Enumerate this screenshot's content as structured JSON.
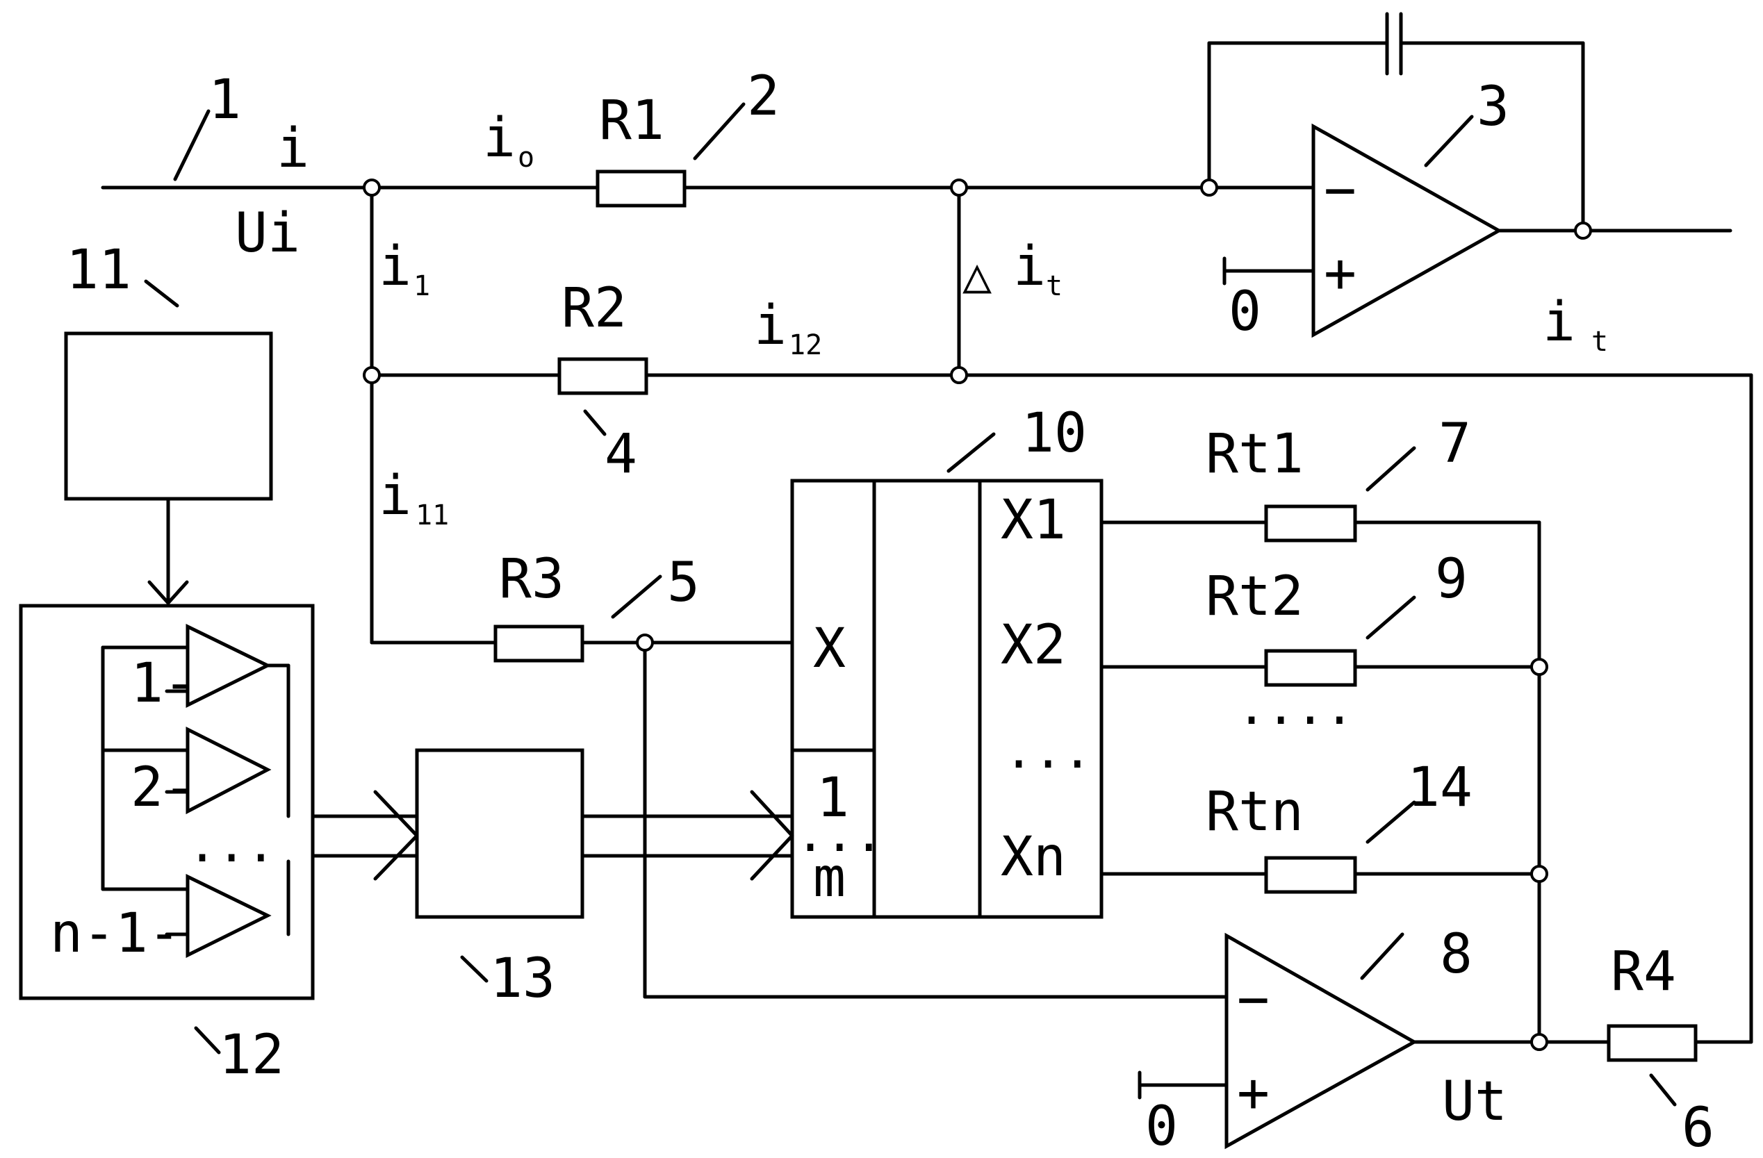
{
  "labels": {
    "n1": "1",
    "i": "i",
    "Ui": "Ui",
    "i0": "i",
    "i0_sub": "o",
    "R1": "R1",
    "n2": "2",
    "n3": "3",
    "i1": "i",
    "i1_sub": "1",
    "dit_tri": "△",
    "dit": "i",
    "dit_sub": "t",
    "zero_top": "0",
    "it": "i",
    "it_sub": "t",
    "R2": "R2",
    "i12": "i",
    "i12_sub": "12",
    "n4": "4",
    "n11": "11",
    "i11": "i",
    "i11_sub": "11",
    "n10": "10",
    "Rt1": "Rt1",
    "n7": "7",
    "X1": "X1",
    "R3": "R3",
    "n5": "5",
    "X": "X",
    "X2": "X2",
    "Rt2": "Rt2",
    "n9": "9",
    "dots_mid": "....",
    "dots_x": "...",
    "Rtn": "Rtn",
    "n14": "14",
    "Xn": "Xn",
    "one": "1",
    "m": "m",
    "dots_m": "...",
    "c1": "1-",
    "c2": "2-",
    "cdots": "...",
    "cn": "n-1-",
    "n8": "8",
    "n13": "13",
    "n12": "12",
    "R4": "R4",
    "zero_bot": "0",
    "Ut": "Ut",
    "n6": "6"
  },
  "symbols": {
    "minus": "−",
    "plus": "+"
  }
}
